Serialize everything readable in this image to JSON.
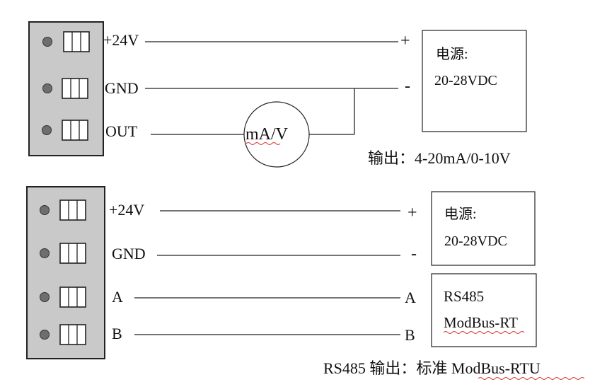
{
  "top": {
    "terminals": [
      "+24V",
      "GND",
      "OUT"
    ],
    "plus": "+",
    "minus": "-",
    "psu_title": "电源:",
    "psu_voltage": "20-28VDC",
    "meter": "mA/V",
    "output": "输出：4-20mA/0-10V"
  },
  "bottom": {
    "terminals": [
      "+24V",
      "GND",
      "A",
      "B"
    ],
    "plus": "+",
    "minus": "-",
    "psu_title": "电源:",
    "psu_voltage": "20-28VDC",
    "a_right": "A",
    "b_right": "B",
    "rs_title": "RS485",
    "rs_protocol": "ModBus-RT",
    "output": "RS485 输出：标准 ModBus-RTU"
  },
  "colors": {
    "block_fill": "#c9c9c9",
    "dot_fill": "#6e6e6e",
    "underline": "#dd3333"
  }
}
